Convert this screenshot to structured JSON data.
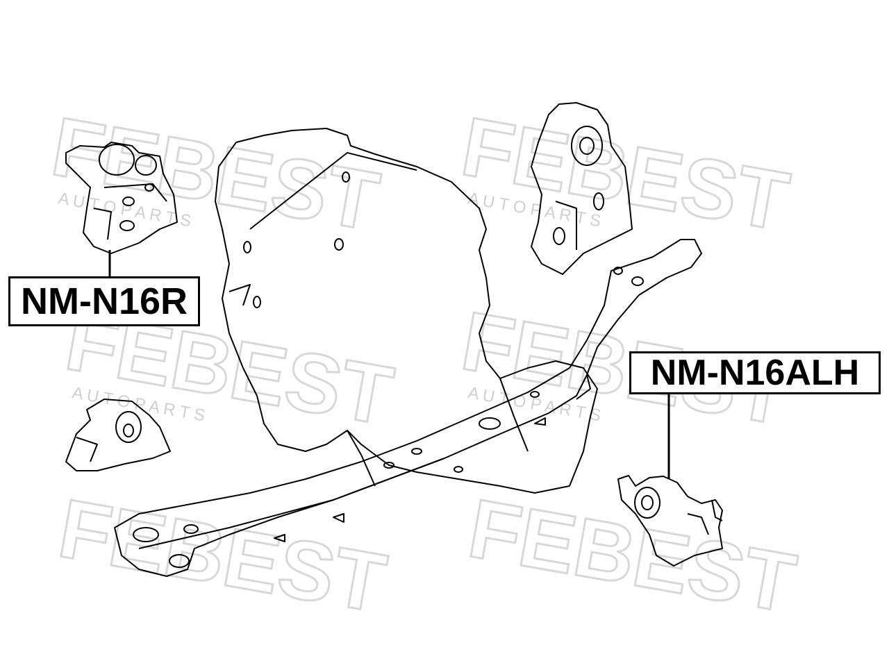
{
  "labels": {
    "left_part": "NM-N16R",
    "right_part": "NM-N16ALH"
  },
  "watermark": {
    "brand": "FEBEST",
    "sub": "A U T O   P A R T S"
  },
  "colors": {
    "ink": "#000000",
    "watermark": "#d4d4d4",
    "background": "#ffffff"
  }
}
